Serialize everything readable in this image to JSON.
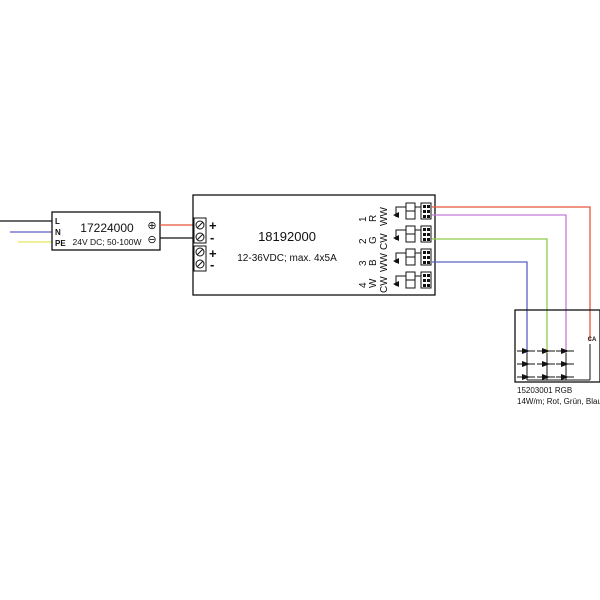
{
  "driver": {
    "model": "17224000",
    "spec": "24V DC; 50-100W",
    "inputs": [
      "L",
      "N",
      "PE"
    ],
    "plus": "⊕",
    "minus": "⊖"
  },
  "controller": {
    "model": "18192000",
    "spec": "12-36VDC; max. 4x5A",
    "plus": "+",
    "minus": "-",
    "channels": [
      {
        "num": "1",
        "rgb": "R",
        "tw": "WW"
      },
      {
        "num": "2",
        "rgb": "G",
        "tw": "CW"
      },
      {
        "num": "3",
        "rgb": "B",
        "tw": "WW"
      },
      {
        "num": "4",
        "rgb": "W",
        "tw": "CW"
      }
    ]
  },
  "strip": {
    "model": "15203001 RGB",
    "spec": "14W/m; Rot, Grün, Blau",
    "common": "CA"
  },
  "colors": {
    "red": "#e8553a",
    "purple": "#c57ad8",
    "green": "#8fcc4a",
    "blue": "#5a62c0",
    "yellow": "#e6e65a"
  }
}
